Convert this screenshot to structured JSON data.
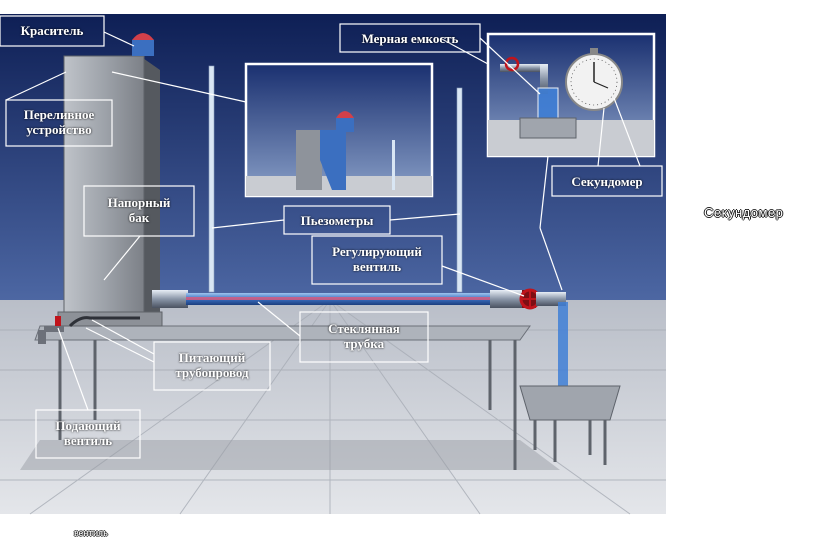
{
  "labels": {
    "dye": "Краситель",
    "overflow": [
      "Переливное",
      "устройство"
    ],
    "pressure_tank": [
      "Напорный",
      "бак"
    ],
    "piezometers": "Пьезометры",
    "measuring_tank": "Мерная емкость",
    "stopwatch": "Секундомер",
    "control_valve": [
      "Регулирующий",
      "вентиль"
    ],
    "glass_tube": [
      "Стеклянная",
      "трубка"
    ],
    "supply_pipe": [
      "Питающий",
      "трубопровод"
    ],
    "feed_valve": [
      "Подающий",
      "вентиль"
    ]
  },
  "outside": {
    "stopwatch_echo": "Секундомер",
    "bottom_echo": "вентиль"
  },
  "colors": {
    "sky_top": "#0e1f55",
    "sky_bottom": "#6f86b8",
    "floor": "#c8ccd2",
    "label_frame": "#ffffff",
    "water": "#3f7fd6",
    "valve_red": "#c0141c"
  }
}
